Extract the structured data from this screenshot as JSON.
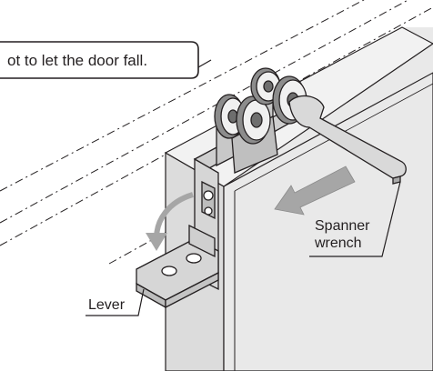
{
  "callout": {
    "text": "ot to let the door fall."
  },
  "labels": {
    "spanner_line1": "Spanner",
    "spanner_line2": "wrench",
    "lever": "Lever"
  },
  "colors": {
    "line": "#231f20",
    "door_face": "#e6e6e6",
    "door_edge": "#cfcfcf",
    "metal": "#d9d9d9",
    "metal_dark": "#8c8c8c",
    "arrow": "#a6a6a6"
  },
  "icons": {
    "direction_arrow": "arrow-left-down",
    "rotate_arrow": "curved-arrow-down"
  }
}
